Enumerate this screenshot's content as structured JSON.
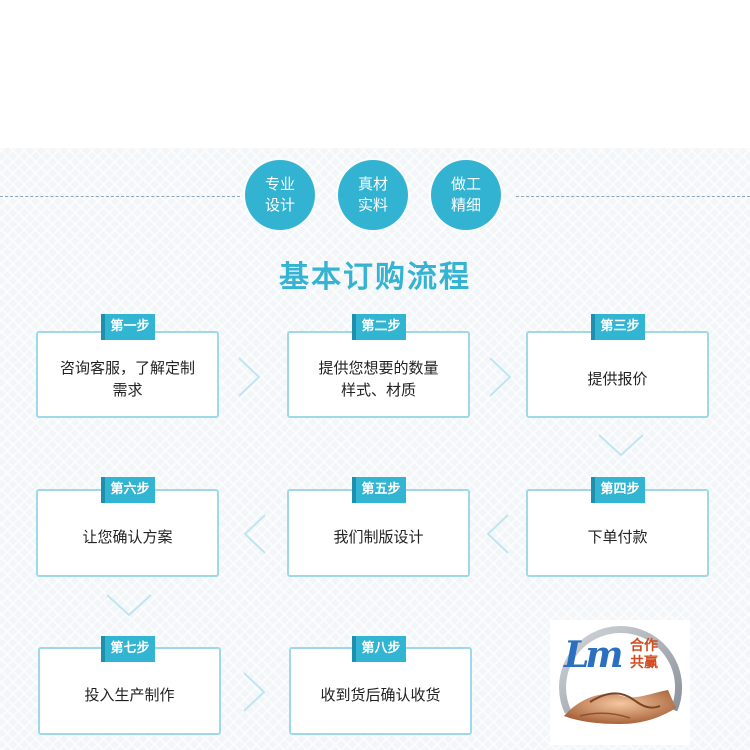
{
  "features": [
    {
      "label": "专业\n设计"
    },
    {
      "label": "真材\n实料"
    },
    {
      "label": "做工\n精细"
    }
  ],
  "title": "基本订购流程",
  "steps": [
    {
      "badge": "第一步",
      "text": "咨询客服，了解定制\n需求"
    },
    {
      "badge": "第二步",
      "text": "提供您想要的数量\n样式、材质"
    },
    {
      "badge": "第三步",
      "text": "提供报价"
    },
    {
      "badge": "第四步",
      "text": "下单付款"
    },
    {
      "badge": "第五步",
      "text": "我们制版设计"
    },
    {
      "badge": "第六步",
      "text": "让您确认方案"
    },
    {
      "badge": "第七步",
      "text": "投入生产制作"
    },
    {
      "badge": "第八步",
      "text": "收到货后确认收货"
    }
  ],
  "logo": {
    "mark": "Lm",
    "slogan": "合作\n共赢"
  },
  "colors": {
    "accent": "#33b3d2",
    "box_border": "#9fd8e8",
    "chevron": "#bfe6f0"
  }
}
